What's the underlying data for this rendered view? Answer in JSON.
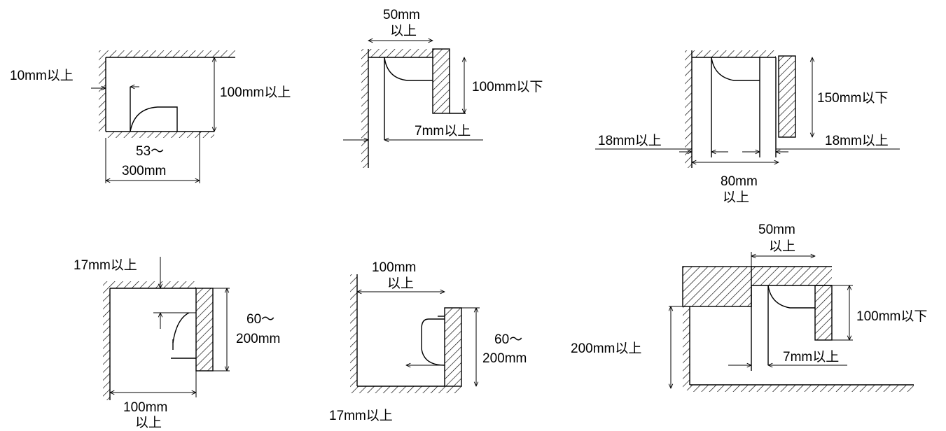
{
  "diagram_1": {
    "left_gap": "10mm以上",
    "right_height": "100mm以上",
    "width_range_line1": "53～",
    "width_range_line2": "300mm"
  },
  "diagram_2": {
    "top_width_line1": "50mm",
    "top_width_line2": "以上",
    "height": "100mm以下",
    "gap": "7mm以上"
  },
  "diagram_3": {
    "height": "150mm以下",
    "left_gap": "18mm以上",
    "right_gap": "18mm以上",
    "width_line1": "80mm",
    "width_line2": "以上"
  },
  "diagram_4": {
    "top_gap": "17mm以上",
    "height_line1": "60～",
    "height_line2": "200mm",
    "width_line1": "100mm",
    "width_line2": "以上"
  },
  "diagram_5": {
    "width_line1": "100mm",
    "width_line2": "以上",
    "height_line1": "60～",
    "height_line2": "200mm",
    "bottom_gap": "17mm以上"
  },
  "diagram_6": {
    "top_width_line1": "50mm",
    "top_width_line2": "以上",
    "height": "100mm以下",
    "left_height": "200mm以上",
    "gap": "7mm以上"
  }
}
